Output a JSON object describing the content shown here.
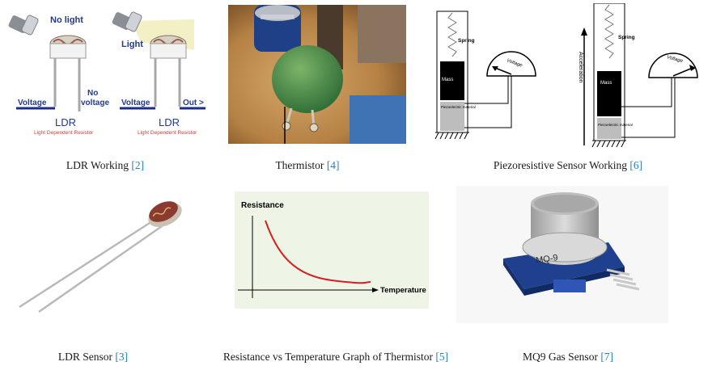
{
  "figures": [
    {
      "caption": "LDR Working",
      "cite": "[2]",
      "left": {
        "state": "No light",
        "in": "Voltage",
        "out": "No voltage",
        "title": "LDR",
        "sub": "Light Dependent Resistor"
      },
      "right": {
        "state": "Light",
        "in": "Voltage",
        "out": "Out >",
        "title": "LDR",
        "sub": "Light Dependent Resistor"
      }
    },
    {
      "caption": "Thermistor",
      "cite": "[4]"
    },
    {
      "caption": "Piezoresistive Sensor Working",
      "cite": "[6]",
      "labels": {
        "spring": "Spring",
        "mass": "Mass",
        "material": "Piezoelectric material",
        "voltage": "Voltage",
        "accel": "Acceleration"
      }
    },
    {
      "caption": "LDR Sensor",
      "cite": "[3]"
    },
    {
      "caption": "Resistance vs Temperature Graph of Thermistor",
      "cite": "[5]",
      "graph": {
        "ylabel": "Resistance",
        "xlabel": "Temperature"
      }
    },
    {
      "caption": "MQ9 Gas Sensor",
      "cite": "[7]",
      "module_label": "MQ-9"
    }
  ]
}
